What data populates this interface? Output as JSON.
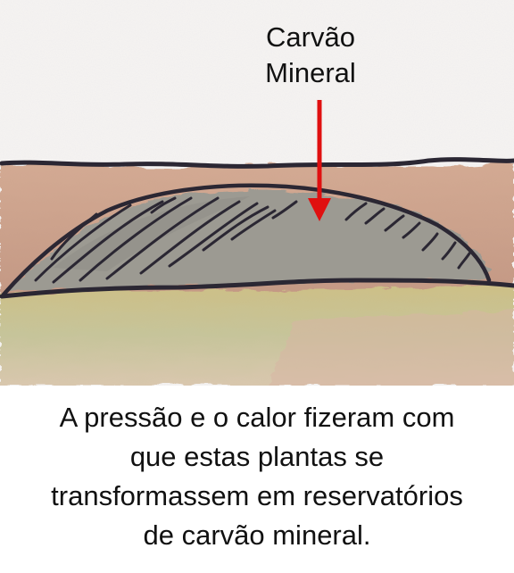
{
  "label": {
    "lines": [
      "Carvão",
      "Mineral"
    ]
  },
  "caption": {
    "lines": [
      "A pressão e o calor fizeram com",
      "que estas plantas se",
      "transformassem em reservatórios",
      "de carvão mineral."
    ]
  },
  "colors": {
    "paper": "#f6f4f2",
    "soil": "#c9a089",
    "coal": "#9a9a92",
    "sand": "#c8c08e",
    "line": "#2b2733",
    "arrow": "#e01010"
  }
}
